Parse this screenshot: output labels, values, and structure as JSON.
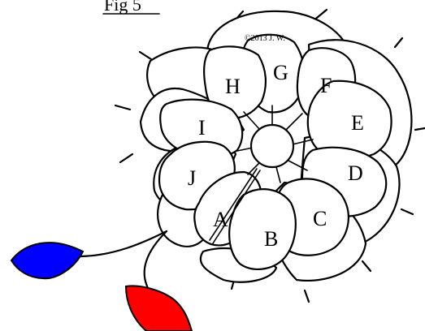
{
  "figure": {
    "title": "Fig 5",
    "copyright": "©2013 J. W."
  },
  "rings": {
    "labels": [
      "A",
      "B",
      "C",
      "D",
      "E",
      "F",
      "G",
      "H",
      "I",
      "J"
    ]
  },
  "leaves": [
    {
      "name": "blue-leaf",
      "color": "#0000ff"
    },
    {
      "name": "red-leaf",
      "color": "#ff0000"
    }
  ]
}
